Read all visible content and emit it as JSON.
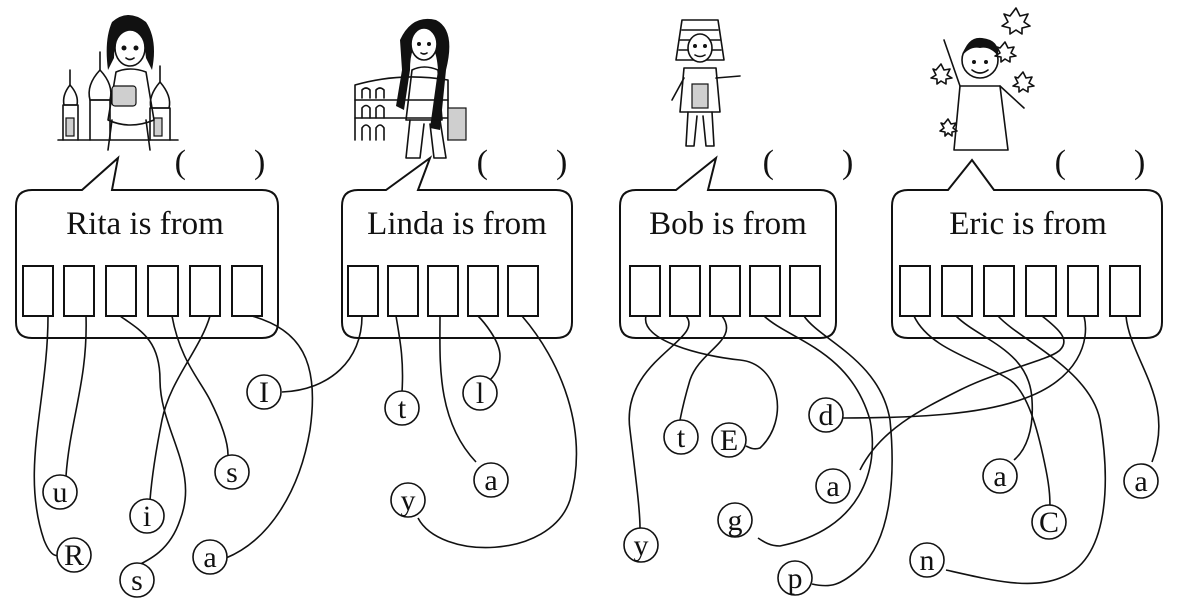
{
  "characters": [
    {
      "id": "rita",
      "illustration": "girl-with-russian-cathedral",
      "sentence": "Rita is from",
      "boxes": 6,
      "answer_paren": "(        )"
    },
    {
      "id": "linda",
      "illustration": "girl-with-colosseum",
      "sentence": "Linda is from",
      "boxes": 5,
      "answer_paren": "(        )"
    },
    {
      "id": "bob",
      "illustration": "boy-in-pharaoh-costume",
      "sentence": "Bob is from",
      "boxes": 5,
      "answer_paren": "(        )"
    },
    {
      "id": "eric",
      "illustration": "boy-with-maple-leaves",
      "sentence": "Eric is from",
      "boxes": 6,
      "answer_paren": "(        )"
    }
  ],
  "letters": {
    "rita": [
      "u",
      "R",
      "i",
      "s",
      "s",
      "a"
    ],
    "linda": [
      "I",
      "t",
      "l",
      "a",
      "y"
    ],
    "bob": [
      "t",
      "E",
      "y",
      "g",
      "p"
    ],
    "eric": [
      "d",
      "a",
      "a",
      "C",
      "n",
      "a"
    ]
  }
}
